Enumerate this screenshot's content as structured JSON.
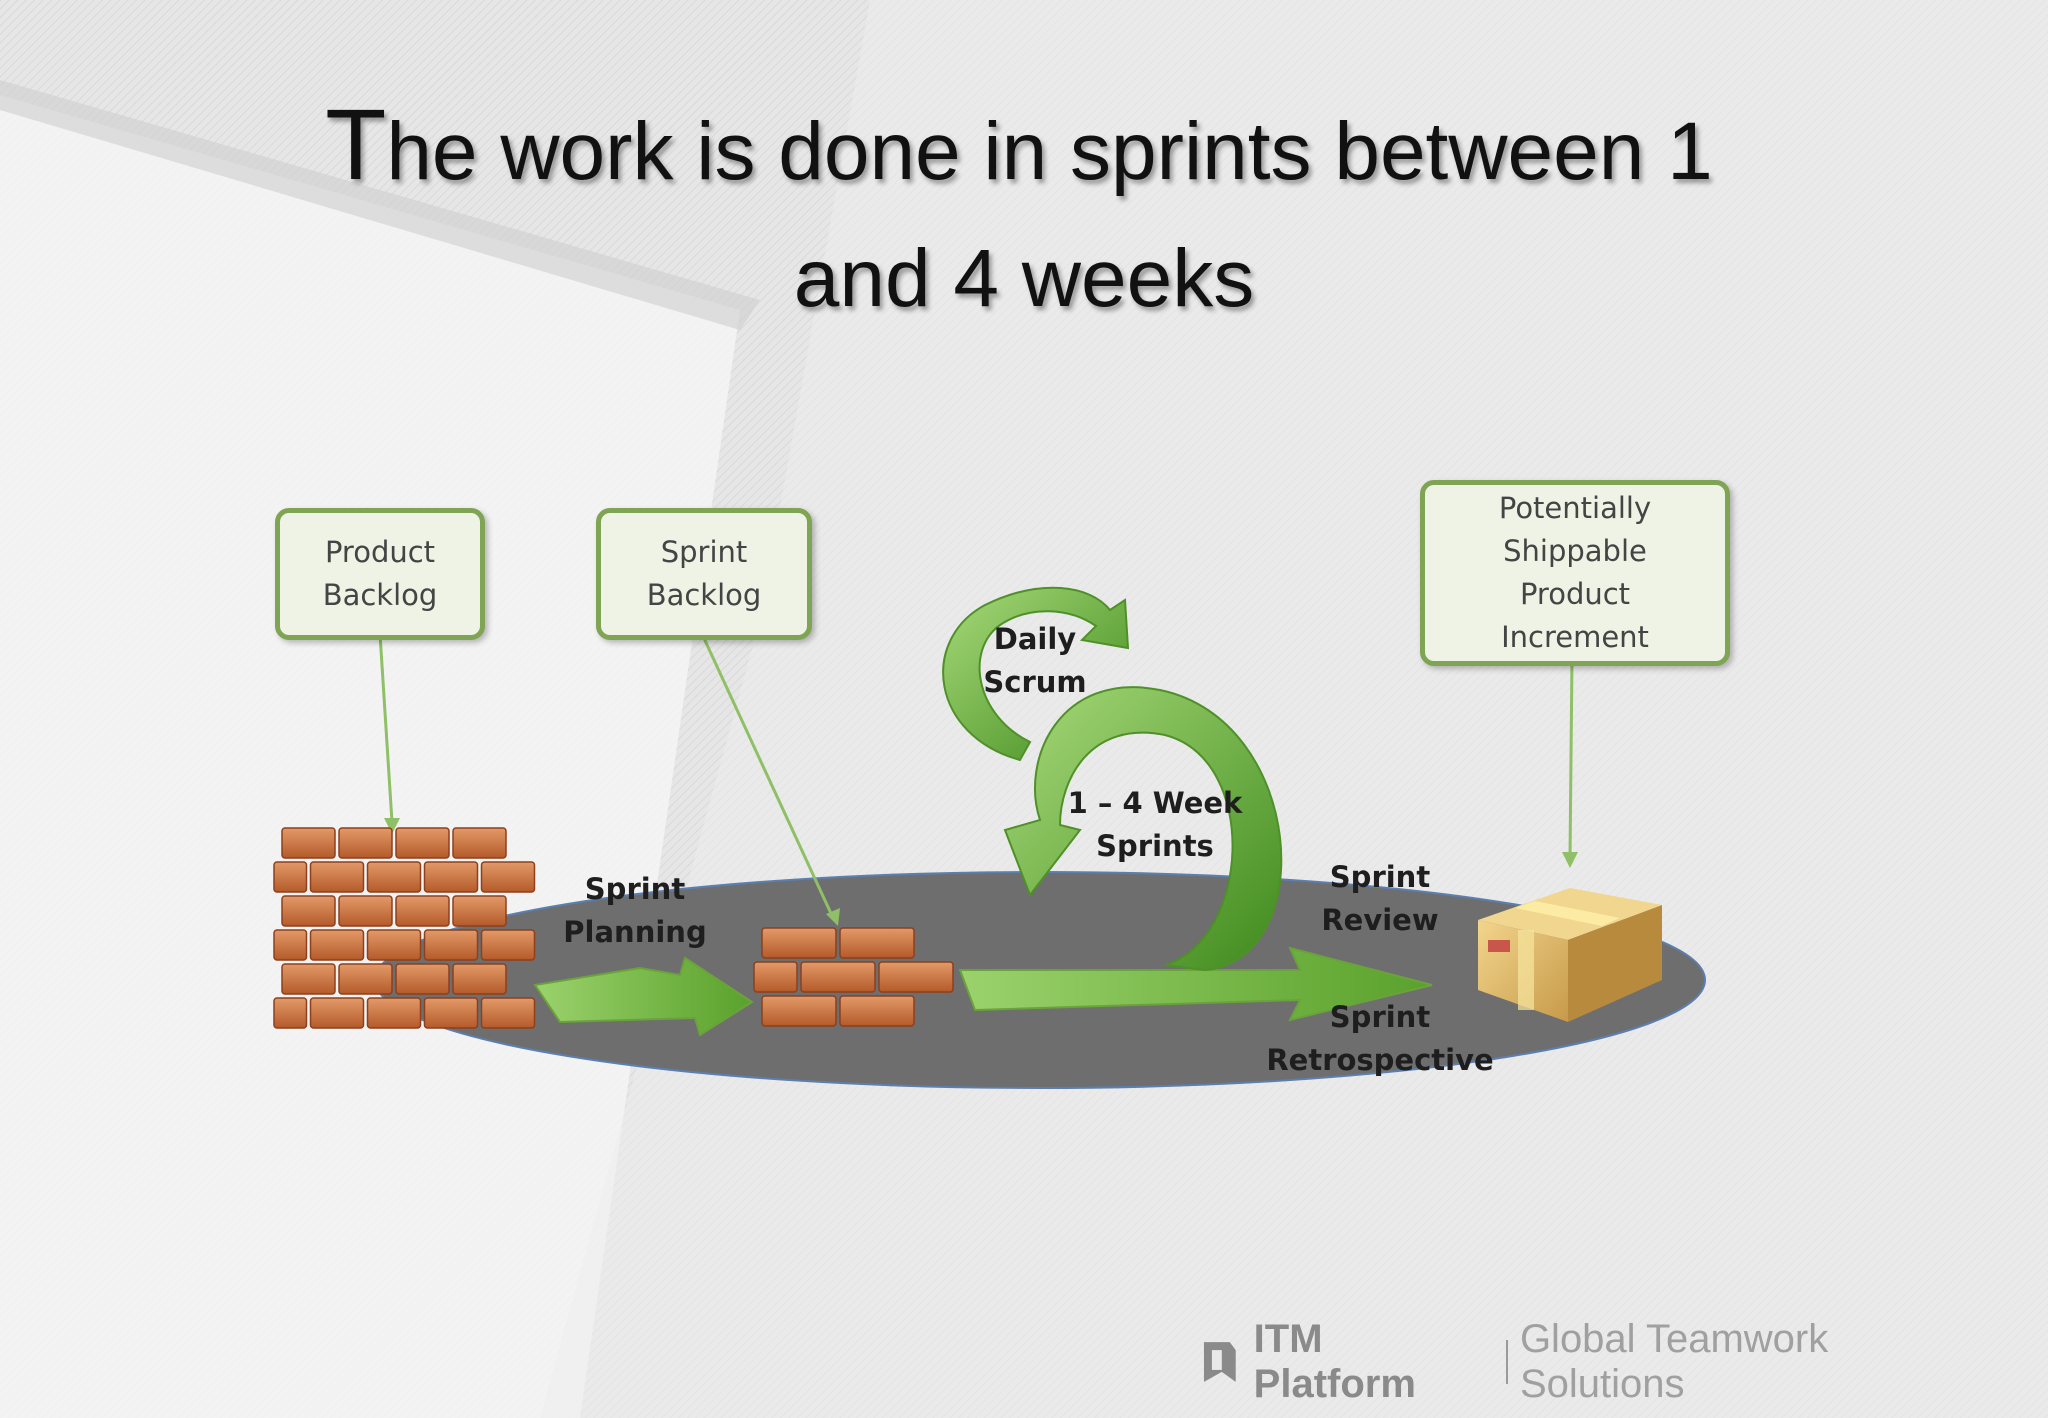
{
  "title": {
    "line1_initial": "T",
    "line1_rest": "he work is done in sprints between 1",
    "line2": "and 4 weeks"
  },
  "boxes": {
    "product_backlog": "Product\nBacklog",
    "sprint_backlog": "Sprint\nBacklog",
    "increment": "Potentially\nShippable\nProduct\nIncrement"
  },
  "labels": {
    "daily_scrum": "Daily\nScrum",
    "week_sprints": "1 – 4 Week\nSprints",
    "sprint_planning": "Sprint\nPlanning",
    "sprint_review": "Sprint\nReview",
    "sprint_retrospective": "Sprint\nRetrospective"
  },
  "footer": {
    "brand": "ITM Platform",
    "tagline": "Global Teamwork Solutions"
  },
  "colors": {
    "box_border": "#7fa454",
    "arrow_green": "#6fb23a",
    "brick": "#c8703f",
    "platform": "#6e6e6e"
  },
  "icons": [
    "brick-wall-icon",
    "package-box-icon",
    "itm-logo-icon"
  ]
}
